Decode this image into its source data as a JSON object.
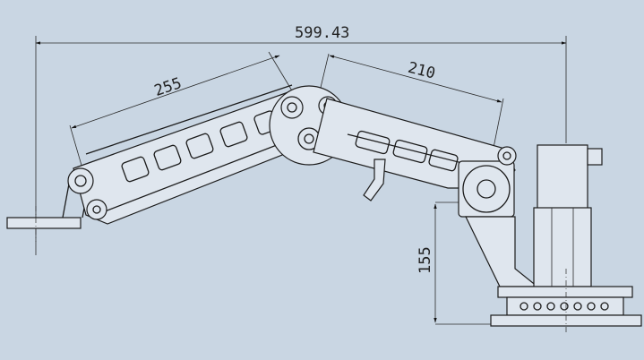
{
  "drawing": {
    "dimensions": [
      {
        "id": "overall",
        "value": "599.43"
      },
      {
        "id": "link1",
        "value": "255"
      },
      {
        "id": "link2",
        "value": "210"
      },
      {
        "id": "height",
        "value": "155"
      }
    ],
    "colors": {
      "background": "#c9d6e3",
      "line": "#1c1c1c"
    }
  }
}
